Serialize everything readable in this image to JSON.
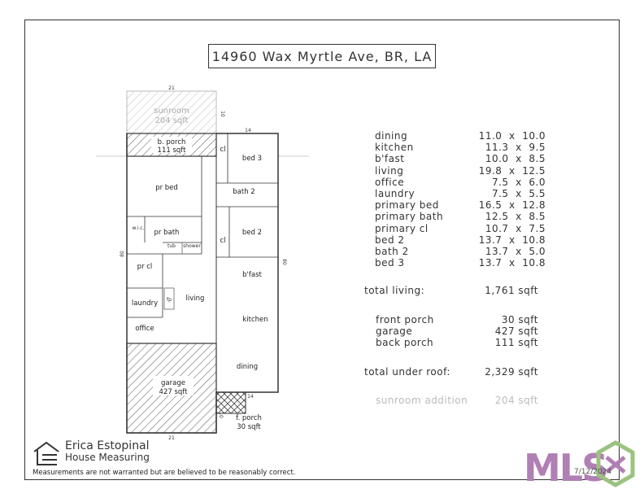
{
  "title": "14960 Wax Myrtle Ave, BR, LA",
  "plan": {
    "sunroom_label": "sunroom",
    "sunroom_sqft": "204 sqft",
    "dim_sunroom_width": "21",
    "dim_sunroom_depth": "10",
    "dim_top_right": "14",
    "dim_left": "80",
    "dim_right": "80",
    "dim_bottom": "21",
    "dim_porch_right": "14",
    "dim_porch_depth": "10",
    "back_porch_label": "b. porch",
    "back_porch_sqft": "111 sqft",
    "cl_top": "cl",
    "bed3": "bed 3",
    "pr_bed": "pr bed",
    "bath2": "bath 2",
    "bed2": "bed 2",
    "cl_mid": "cl",
    "wic": "w.i.c.",
    "pr_bath": "pr bath",
    "tub": "tub",
    "shower": "shower",
    "pr_cl": "pr cl",
    "bfast": "b'fast",
    "laundry": "laundry",
    "fp": "fp",
    "living": "living",
    "kitchen": "kitchen",
    "office": "office",
    "dining": "dining",
    "garage": "garage",
    "garage_sqft": "427 sqft",
    "front_porch_label": "f. porch",
    "front_porch_sqft": "30 sqft"
  },
  "rooms": [
    {
      "name": "dining",
      "dims": "11.0  x  10.0"
    },
    {
      "name": "kitchen",
      "dims": "11.3  x  9.5"
    },
    {
      "name": "b'fast",
      "dims": "10.0  x  8.5"
    },
    {
      "name": "living",
      "dims": "19.8  x  12.5"
    },
    {
      "name": "office",
      "dims": "7.5  x  6.0"
    },
    {
      "name": "laundry",
      "dims": "7.5  x  5.5"
    },
    {
      "name": "primary bed",
      "dims": "16.5  x  12.8"
    },
    {
      "name": "primary bath",
      "dims": "12.5  x  8.5"
    },
    {
      "name": "primary cl",
      "dims": "10.7  x  7.5"
    },
    {
      "name": "bed 2",
      "dims": "13.7  x  10.8"
    },
    {
      "name": "bath 2",
      "dims": "13.7  x  5.0"
    },
    {
      "name": "bed 3",
      "dims": "13.7  x  10.8"
    }
  ],
  "totals": {
    "living_label": "total living:",
    "living_value": "1,761  sqft",
    "front_porch_label": "front porch",
    "front_porch_value": "30  sqft",
    "garage_label": "garage",
    "garage_value": "427  sqft",
    "back_porch_label": "back porch",
    "back_porch_value": "111  sqft",
    "under_roof_label": "total under roof:",
    "under_roof_value": "2,329  sqft",
    "sunroom_label": "sunroom addition",
    "sunroom_value": "204  sqft"
  },
  "brand": {
    "line1": "Erica Estopinal",
    "line2": "House Measuring"
  },
  "disclaimer": "Measurements are not warranted but are believed to be reasonably correct.",
  "mls_logo": "MLS",
  "mls_date": "7/12/2024",
  "colors": {
    "line": "#333333",
    "hatch": "#555555",
    "sunroom": "#bbbbbb",
    "mls": "#b07fb4"
  }
}
